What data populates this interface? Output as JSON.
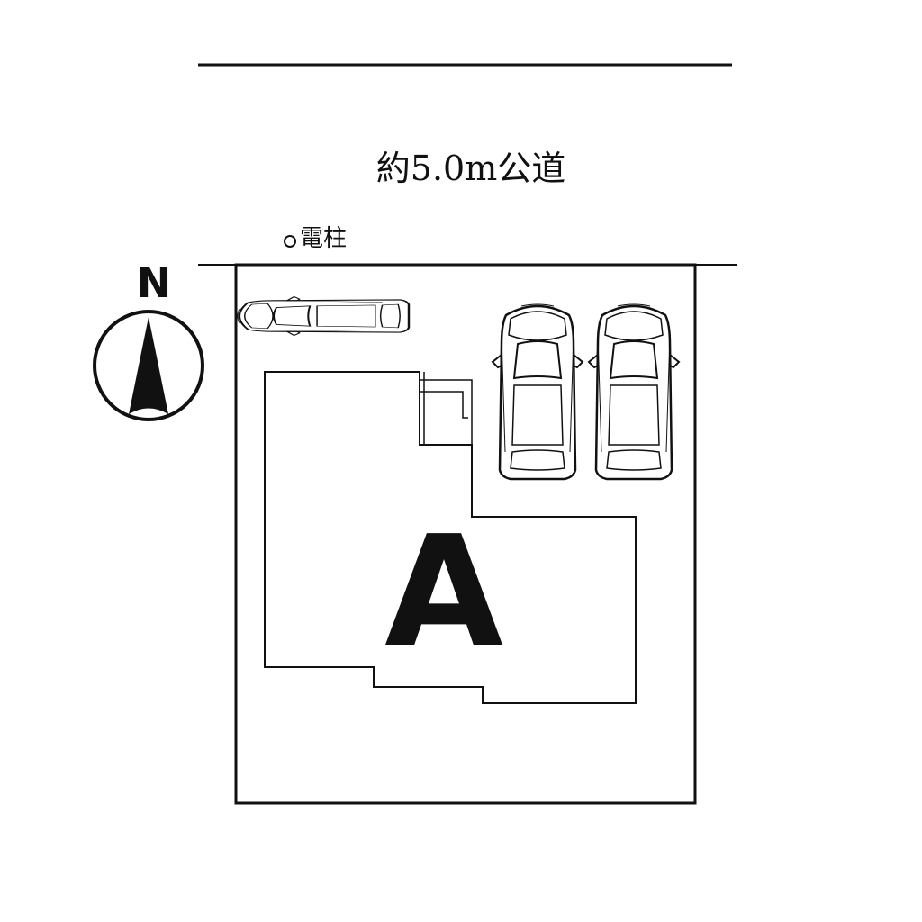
{
  "road": {
    "label": "約5.0m公道"
  },
  "utility_pole": {
    "label": "電柱"
  },
  "compass": {
    "north_label": "N"
  },
  "building": {
    "lot_label": "A"
  },
  "parking": {
    "car_count": 3
  }
}
